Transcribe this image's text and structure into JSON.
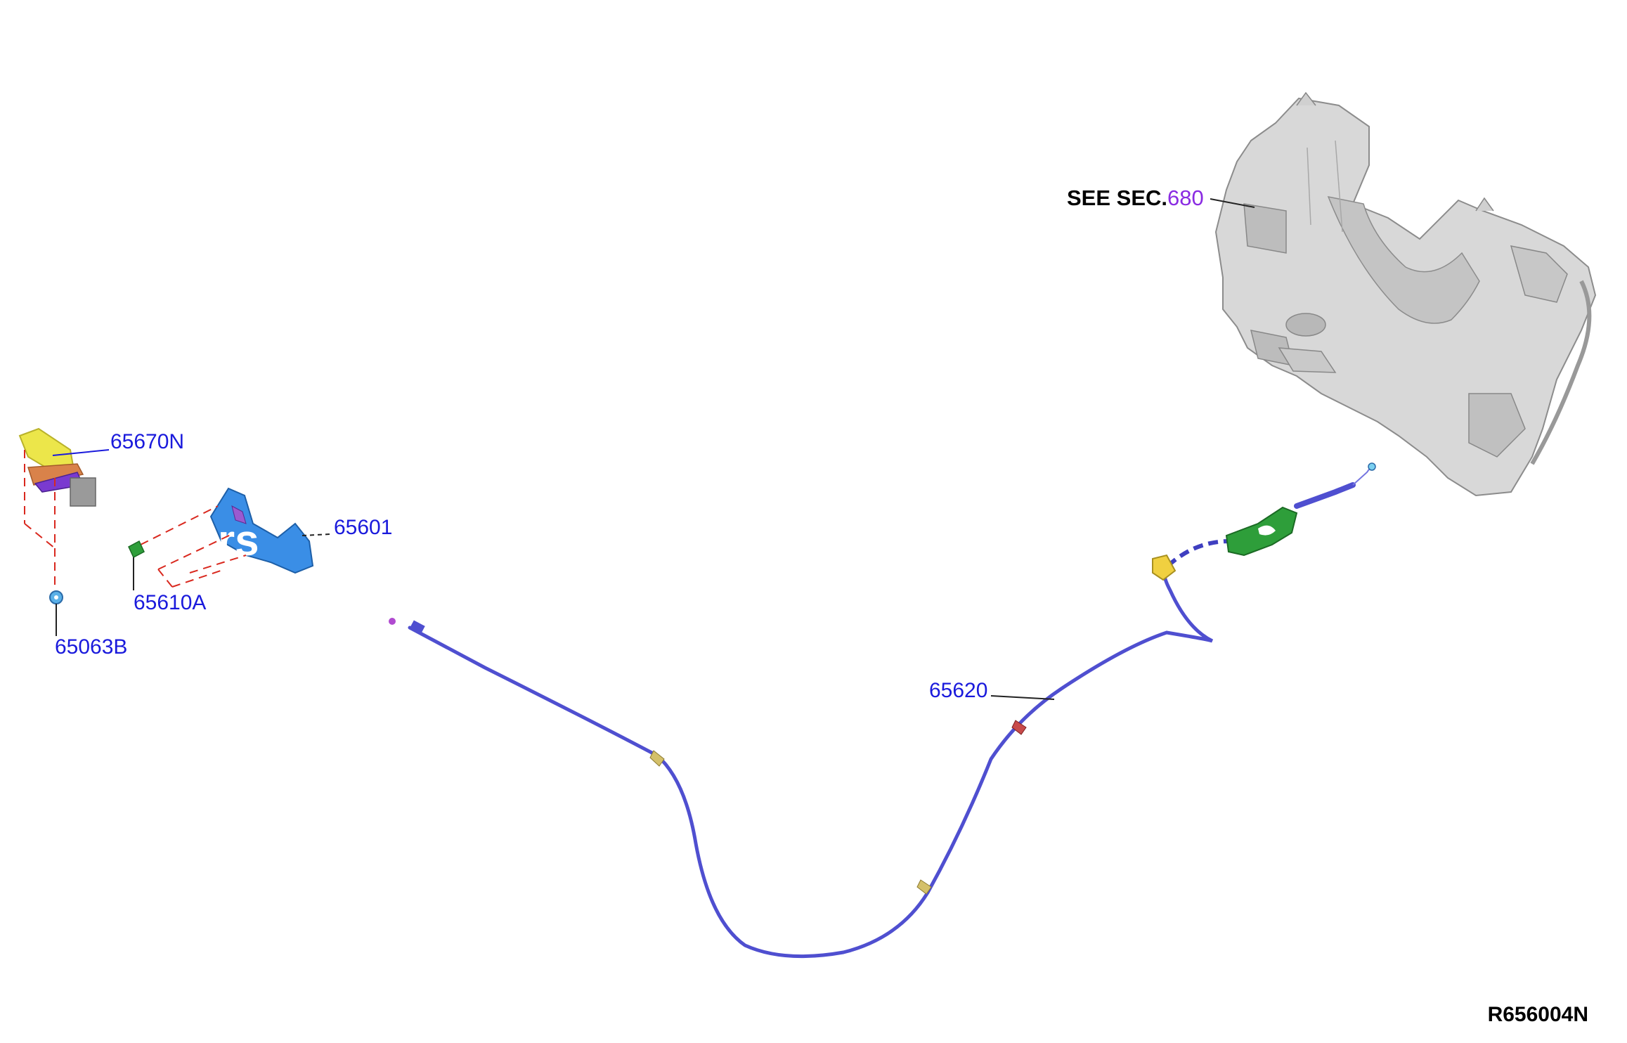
{
  "diagram": {
    "reference_code": "R656004N",
    "see_section": {
      "prefix": "SEE SEC.",
      "number": "680"
    },
    "callouts": [
      {
        "part": "65670N"
      },
      {
        "part": "65601"
      },
      {
        "part": "65610A"
      },
      {
        "part": "65063B"
      },
      {
        "part": "65620"
      }
    ],
    "watermark": "rs",
    "colors": {
      "callout_text": "#1a1adc",
      "section_number": "#8a2be2",
      "cable": "#4f4fd0",
      "hinge_part": "#3a8ee6",
      "lever": "#e8e24a",
      "panel": "#d6d6d6",
      "dashed_guides": "#d9281e",
      "clip": "#2e9e3a"
    },
    "icons": [
      "hood-latch-lever-icon",
      "hood-latch-hinge-icon",
      "clip-icon",
      "grommet-icon",
      "release-cable-icon",
      "instrument-panel-icon",
      "release-handle-icon"
    ]
  }
}
